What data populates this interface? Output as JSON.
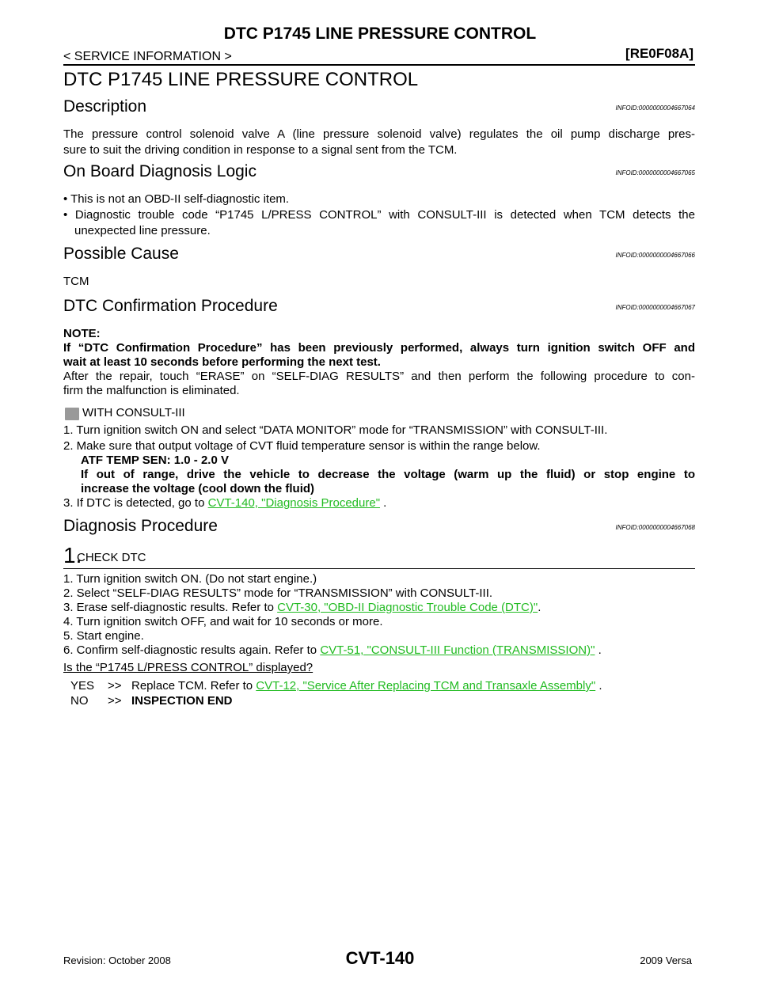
{
  "header": {
    "doc_title": "DTC P1745 LINE PRESSURE CONTROL",
    "breadcrumb": "< SERVICE INFORMATION >",
    "model_code": "[RE0F08A]"
  },
  "page_title": "DTC P1745 LINE PRESSURE CONTROL",
  "description": {
    "title": "Description",
    "infoid": "INFOID:0000000004667064",
    "line1": "The pressure control solenoid valve A (line pressure solenoid valve) regulates the oil pump discharge pres-",
    "line2": "sure to suit the driving condition in response to a signal sent from the TCM."
  },
  "obd_logic": {
    "title": "On Board Diagnosis Logic",
    "infoid": "INFOID:0000000004667065",
    "bullet1": "•  This is not an OBD-II self-diagnostic item.",
    "bullet2_line1": "•  Diagnostic trouble code “P1745 L/PRESS CONTROL” with CONSULT-III is detected when TCM detects the",
    "bullet2_line2": "unexpected line pressure."
  },
  "possible_cause": {
    "title": "Possible Cause",
    "infoid": "INFOID:0000000004667066",
    "text": "TCM"
  },
  "dtc_confirmation": {
    "title": "DTC Confirmation Procedure",
    "infoid": "INFOID:0000000004667067",
    "note_label": "NOTE:",
    "note_line1": "If “DTC Confirmation Procedure” has been previously performed, always turn ignition switch OFF and",
    "note_line2": "wait at least 10 seconds before performing the next test.",
    "after_line1": "After the repair, touch “ERASE” on “SELF-DIAG RESULTS” and then perform the following procedure to con-",
    "after_line2": "firm the malfunction is eliminated.",
    "consult_label": "WITH CONSULT-III",
    "step1": "1.   Turn ignition switch ON and select “DATA MONITOR” mode for “TRANSMISSION” with CONSULT-III.",
    "step2": "2.   Make sure that output voltage of CVT fluid temperature sensor is within the range below.",
    "spec": "ATF TEMP SEN: 1.0 - 2.0 V",
    "warn_line1": "If out of range, drive the vehicle to decrease the voltage (warm up the fluid) or stop engine to",
    "warn_line2": "increase the voltage (cool down the fluid)",
    "step3_prefix": "3.   If DTC is detected, go to ",
    "step3_link": "CVT-140, \"Diagnosis Procedure\"",
    "step3_suffix": " ."
  },
  "diagnosis": {
    "title": "Diagnosis Procedure",
    "infoid": "INFOID:0000000004667068",
    "step_number": "1.",
    "step_title": "CHECK DTC",
    "s1": "1.   Turn ignition switch ON. (Do not start engine.)",
    "s2": "2.   Select “SELF-DIAG RESULTS” mode for “TRANSMISSION” with CONSULT-III.",
    "s3_prefix": "3.   Erase self-diagnostic results. Refer to ",
    "s3_link": "CVT-30, \"OBD-II Diagnostic Trouble Code (DTC)\"",
    "s3_suffix": ".",
    "s4": "4.   Turn ignition switch OFF, and wait for 10 seconds or more.",
    "s5": "5.   Start engine.",
    "s6_prefix": "6.   Confirm self-diagnostic results again. Refer to ",
    "s6_link": "CVT-51, \"CONSULT-III Function (TRANSMISSION)\"",
    "s6_suffix": " .",
    "question": "Is the “P1745 L/PRESS CONTROL” displayed?",
    "yes_key": "YES",
    "yes_arrow": ">>",
    "yes_prefix": "Replace TCM. Refer to ",
    "yes_link": "CVT-12, \"Service After Replacing TCM and Transaxle Assembly\"",
    "yes_suffix": " .",
    "no_key": "NO",
    "no_arrow": ">>",
    "no_text": "INSPECTION END"
  },
  "footer": {
    "revision": "Revision: October 2008",
    "page": "CVT-140",
    "model": "2009 Versa"
  },
  "colors": {
    "link": "#22bb22",
    "consult_icon": "#999999"
  }
}
